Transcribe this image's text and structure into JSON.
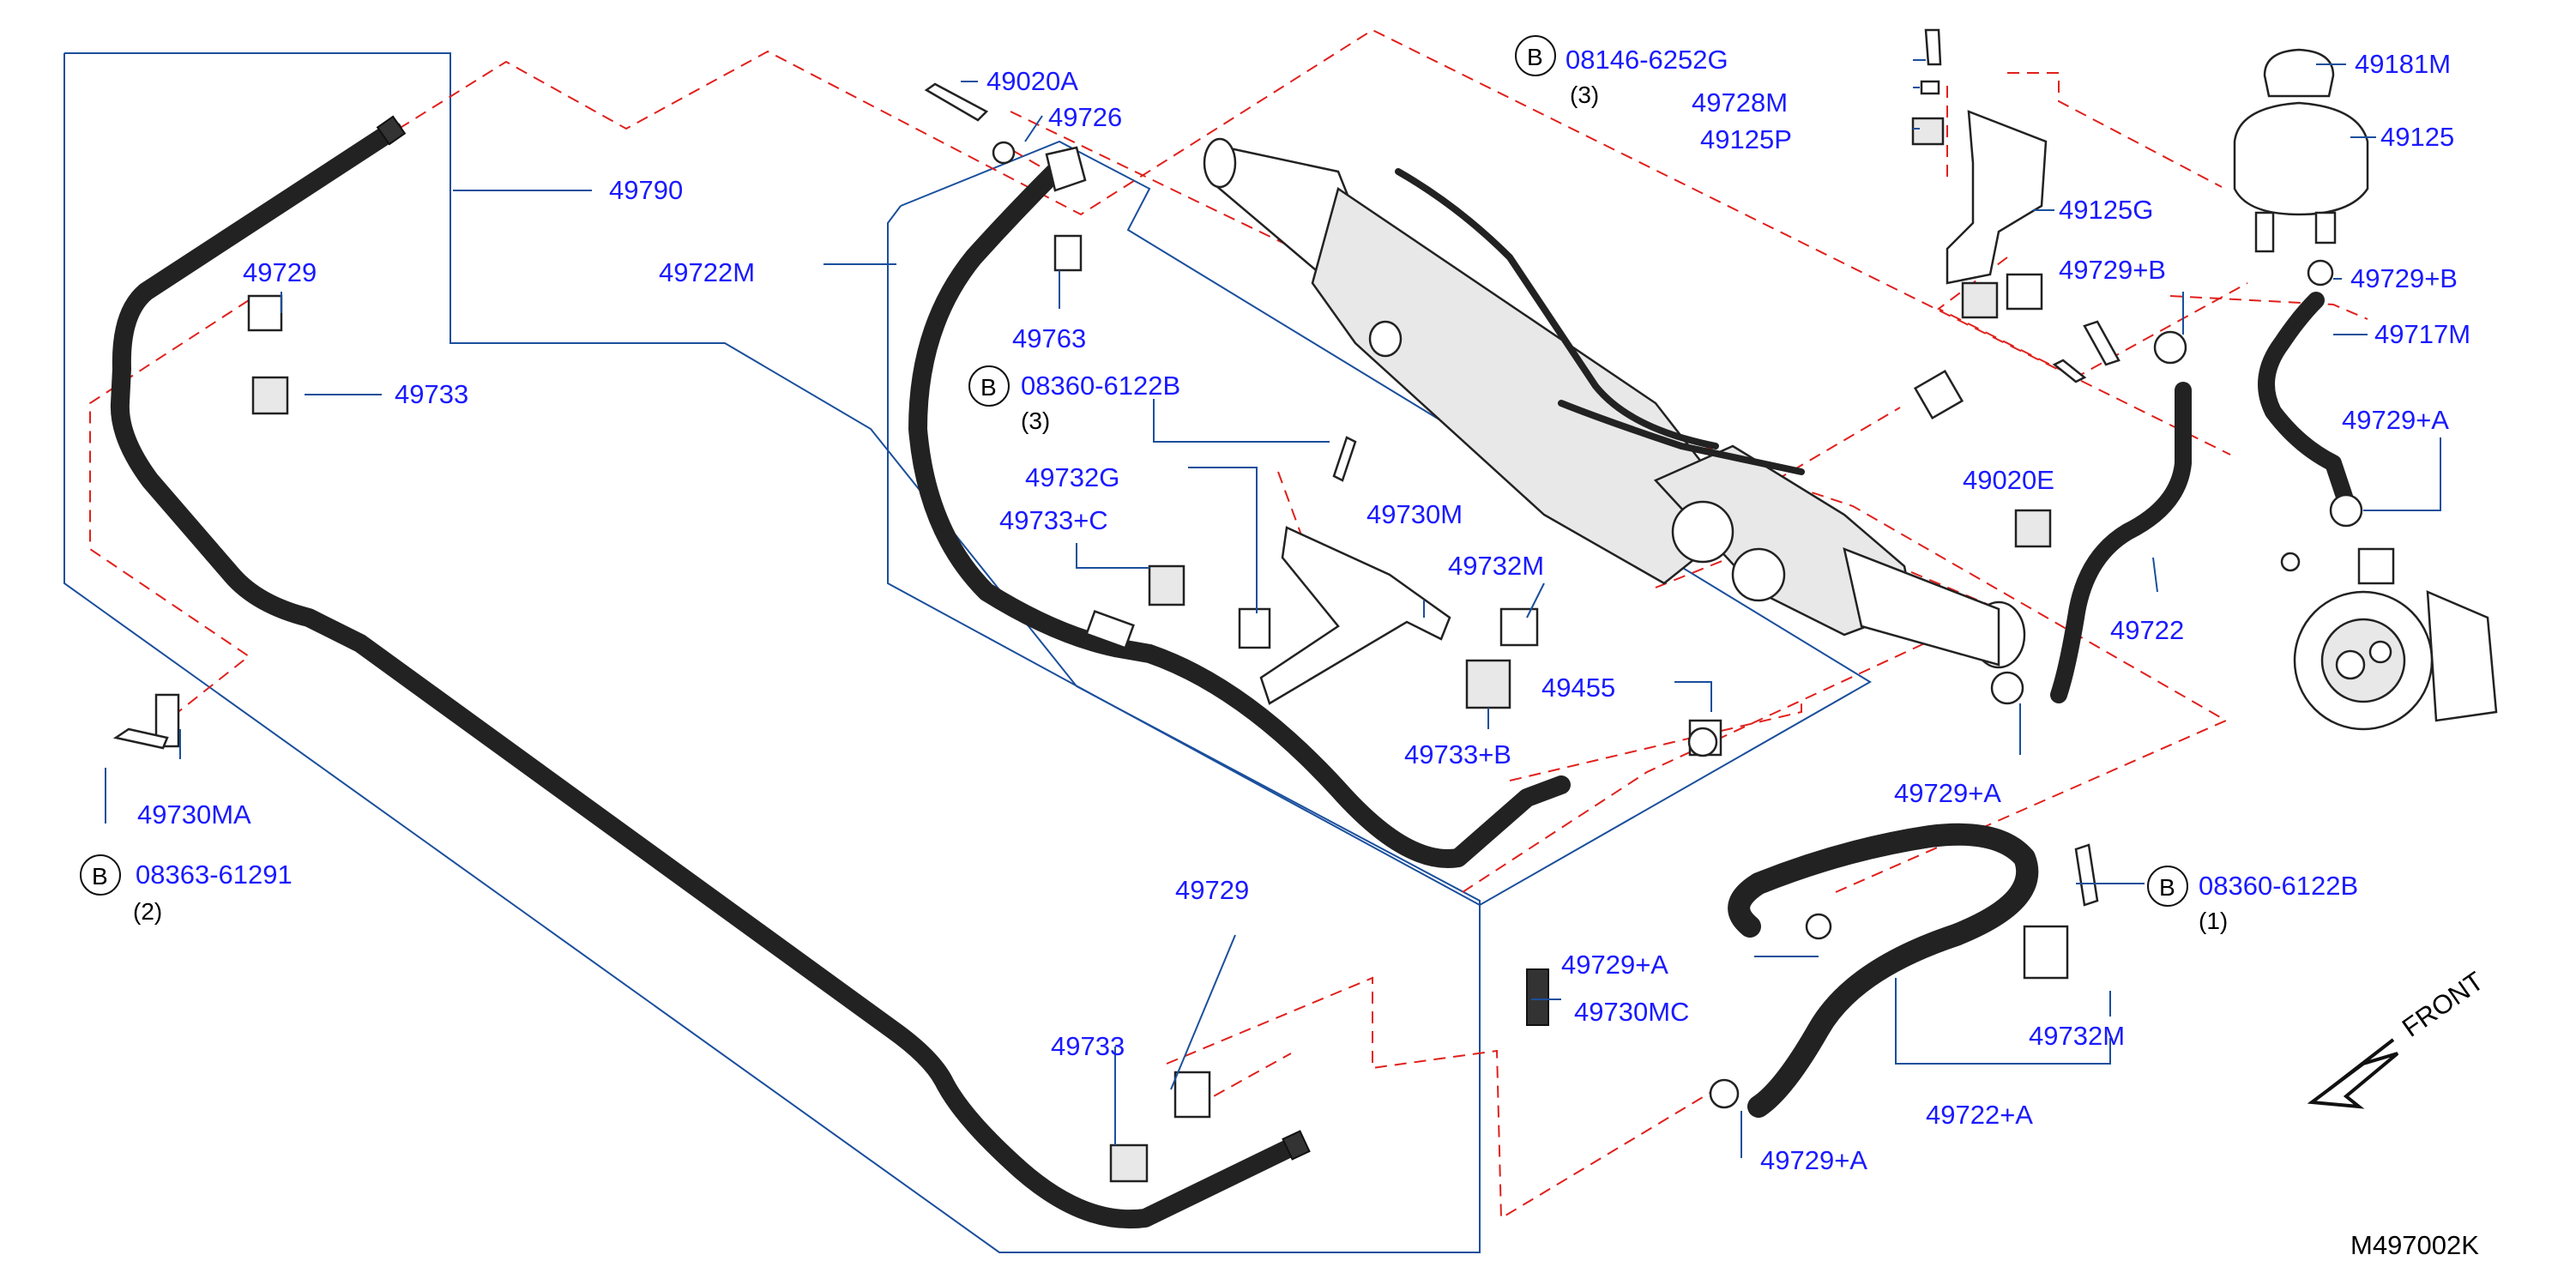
{
  "diagram": {
    "labels": {
      "p49790": "49790",
      "p49729_tl": "49729",
      "p49733_tl": "49733",
      "p49730MA": "49730MA",
      "p08363": "08363-61291",
      "q08363": "(2)",
      "p49020A": "49020A",
      "p49726": "49726",
      "p49722M": "49722M",
      "p49763": "49763",
      "p08360_a": "08360-6122B",
      "q08360_a": "(3)",
      "p49732G": "49732G",
      "p49733C": "49733+C",
      "p49730M": "49730M",
      "p49732M_mid": "49732M",
      "p49455": "49455",
      "p49733B": "49733+B",
      "p08146": "08146-6252G",
      "q08146": "(3)",
      "p49728M": "49728M",
      "p49125P": "49125P",
      "p49125G": "49125G",
      "p49729B_mid": "49729+B",
      "p49020E": "49020E",
      "p49722": "49722",
      "p49729A_mid": "49729+A",
      "p49181M": "49181M",
      "p49125": "49125",
      "p49729B_right": "49729+B",
      "p49717M": "49717M",
      "p49729A_right": "49729+A",
      "p49729_bot": "49729",
      "p49733_bot": "49733",
      "p49729A_bot": "49729+A",
      "p49730MC": "49730MC",
      "p08360_b": "08360-6122B",
      "q08360_b": "(1)",
      "p49732M_bot": "49732M",
      "p49722A": "49722+A",
      "p49729A_low": "49729+A",
      "front": "FRONT",
      "ref": "M497002K"
    },
    "b_marker": "B",
    "colors": {
      "label": "#1a1aff",
      "leader": "#1a4f9c",
      "dashed": "#e0201c",
      "line_art": "#222222"
    }
  }
}
